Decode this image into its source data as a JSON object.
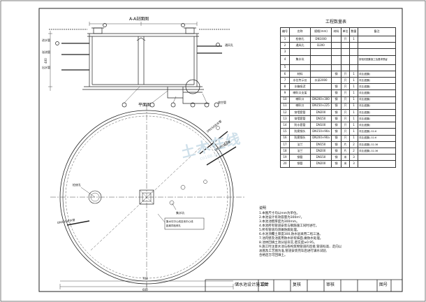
{
  "section_title": "A-A剖面图",
  "plan_title": "平面图",
  "table": {
    "title": "工程数量表",
    "headers": [
      "编号",
      "名称",
      "规格(mm)",
      "材料",
      "单位",
      "数量",
      "备注"
    ],
    "rows": [
      [
        "1",
        "检修孔",
        "DN1000",
        "",
        "只",
        "1",
        ""
      ],
      [
        "2",
        "通风孔",
        "D200",
        "",
        "",
        "",
        ""
      ],
      [
        "3",
        "",
        "",
        "",
        "",
        "",
        ""
      ],
      [
        "4",
        "集水坑",
        "",
        "",
        "",
        "",
        "按相关图集施工及要求预留"
      ],
      [
        "5",
        "",
        "",
        "",
        "",
        "",
        ""
      ],
      [
        "6",
        "材料",
        "",
        "钢",
        "只",
        "1",
        "详见(图集)"
      ],
      [
        "7",
        "水位传示仪",
        "水深2000",
        "",
        "只",
        "1",
        "详见(图集)"
      ],
      [
        "8",
        "水箱吸泥",
        "",
        "钢",
        "只",
        "1",
        "详见(图集)"
      ],
      [
        "9",
        "喇叭口支架",
        "",
        "钢",
        "只",
        "1",
        "详见(图集)"
      ],
      [
        "10",
        "喇叭口",
        "DN200×300",
        "钢",
        "只",
        "1",
        "详见(图集)"
      ],
      [
        "11",
        "喇叭口",
        "DN150×225",
        "钢",
        "只",
        "1",
        "详见(图集)"
      ],
      [
        "12",
        "穿墙套管",
        "DN200",
        "钢",
        "只",
        "1",
        "详见(图集)"
      ],
      [
        "13",
        "穿墙套管",
        "DN150",
        "钢",
        "只",
        "1",
        "详见(图集)"
      ],
      [
        "14",
        "防水套管",
        "DN100",
        "钢",
        "只",
        "1",
        "详见(图集)"
      ],
      [
        "15",
        "防腐钢头",
        "DN150×90a",
        "钢",
        "只",
        "1",
        "详见(图集)-32-6"
      ],
      [
        "16",
        "防腐钢头",
        "DN200×90a",
        "钢",
        "只",
        "1",
        "详见(图集)-32-6"
      ],
      [
        "17",
        "法兰",
        "DN150",
        "钢",
        "片",
        "2",
        "详见(图集)-32-36"
      ],
      [
        "18",
        "法兰",
        "DN200",
        "钢",
        "片",
        "2",
        "详见(图集)-32-36"
      ],
      [
        "19",
        "钢管",
        "DN150",
        "钢",
        "米",
        "3",
        ""
      ],
      [
        "20",
        "钢管",
        "DN200",
        "钢",
        "米",
        "3",
        ""
      ]
    ]
  },
  "notes": {
    "heading": "说明",
    "lines": [
      "1.本图尺寸均以mm为单位。",
      "2.本池设计有效容量为300m³。",
      "3.本池池壁厚度为300mm。",
      "4.本池所有管道安装与钢筋施工同时进行。",
      "5.所有管道均须做防腐处理。",
      "6.水池顶覆土厚度300,防水层采用二毡三油。",
      "7.池内壁及池底用防水砂浆抹面,做防水处理。",
      "8.池体回填土须分层夯实,密实度≥0.95。",
      "9.施工时注意水池与各构筑物管道的连接,管道标高、走向以",
      "  总图及工艺图为准,管道安装完毕后进行满水试验,",
      "  合格后方可回填土。"
    ]
  },
  "labels": {
    "inlet_label": "进水管",
    "overflow_label": "溢流管",
    "outlet_label": "出水管",
    "vent_label": "通风孔",
    "manhole_label": "检修孔",
    "drain_label": "放空管",
    "sump_label": "集水坑",
    "pipe_note_1": "DN150出水管",
    "pipe_note_2": "DN200溢流管",
    "pipe_note_3": "DN200进水管",
    "legend_box_line1": "集水坑中心线至池中心线",
    "legend_box_line2": "距离同检修孔",
    "dim_h1": "700",
    "dim_h2": "600",
    "dim_v": "400"
  },
  "title_block": {
    "drawing_name": "储水池设计施工图",
    "design": "设计",
    "check": "复核",
    "review": "审核",
    "drawing_no": "图号"
  },
  "watermark": {
    "text": "土木在线",
    "sub": "co188.com"
  }
}
